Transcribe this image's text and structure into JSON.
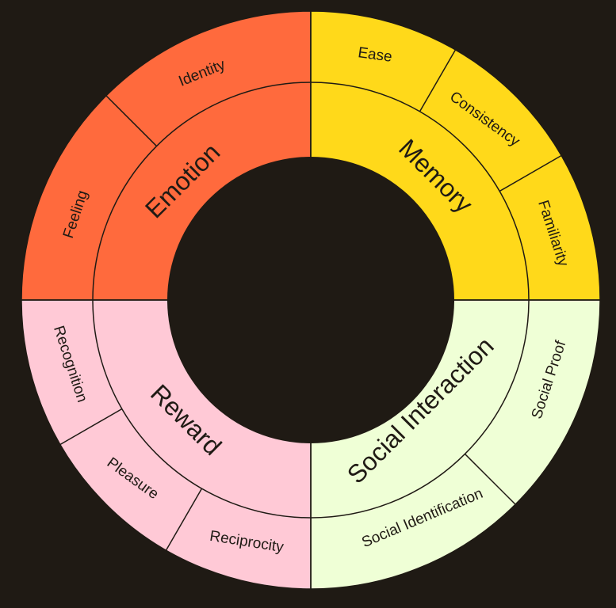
{
  "categories": [
    {
      "label": "Emotion",
      "color": "#ff6a3d",
      "children": [
        "Feeling",
        "Identity"
      ]
    },
    {
      "label": "Memory",
      "color": "#ffd91a",
      "children": [
        "Ease",
        "Consistency",
        "Familiarity"
      ]
    },
    {
      "label": "Social Interaction",
      "color": "#efffd6",
      "children": [
        "Social Proof",
        "Social Identification"
      ]
    },
    {
      "label": "Reward",
      "color": "#ffc9d6",
      "children": [
        "Reciprocity",
        "Pleasure",
        "Recognition"
      ]
    }
  ]
}
